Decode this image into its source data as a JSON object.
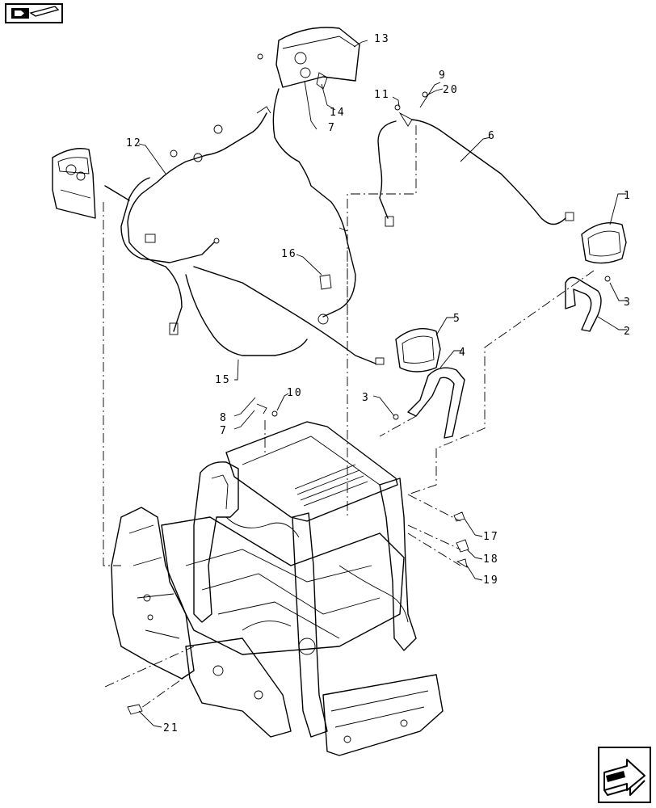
{
  "callouts": [
    {
      "id": "c1",
      "text": "1"
    },
    {
      "id": "c2",
      "text": "2"
    },
    {
      "id": "c3a",
      "text": "3"
    },
    {
      "id": "c3b",
      "text": "3"
    },
    {
      "id": "c4",
      "text": "4"
    },
    {
      "id": "c5",
      "text": "5"
    },
    {
      "id": "c6",
      "text": "6"
    },
    {
      "id": "c7a",
      "text": "7"
    },
    {
      "id": "c7b",
      "text": "7"
    },
    {
      "id": "c8",
      "text": "8"
    },
    {
      "id": "c9",
      "text": "9"
    },
    {
      "id": "c10",
      "text": "10"
    },
    {
      "id": "c11",
      "text": "11"
    },
    {
      "id": "c12",
      "text": "12"
    },
    {
      "id": "c13",
      "text": "13"
    },
    {
      "id": "c14",
      "text": "14"
    },
    {
      "id": "c15",
      "text": "15"
    },
    {
      "id": "c16",
      "text": "16"
    },
    {
      "id": "c17",
      "text": "17"
    },
    {
      "id": "c18",
      "text": "18"
    },
    {
      "id": "c19",
      "text": "19"
    },
    {
      "id": "c20",
      "text": "20"
    },
    {
      "id": "c21",
      "text": "21"
    }
  ],
  "icons": {
    "top": "previous-page-arrow-icon",
    "bottom": "next-page-arrow-icon"
  },
  "colors": {
    "line": "#000000",
    "background": "#ffffff"
  }
}
